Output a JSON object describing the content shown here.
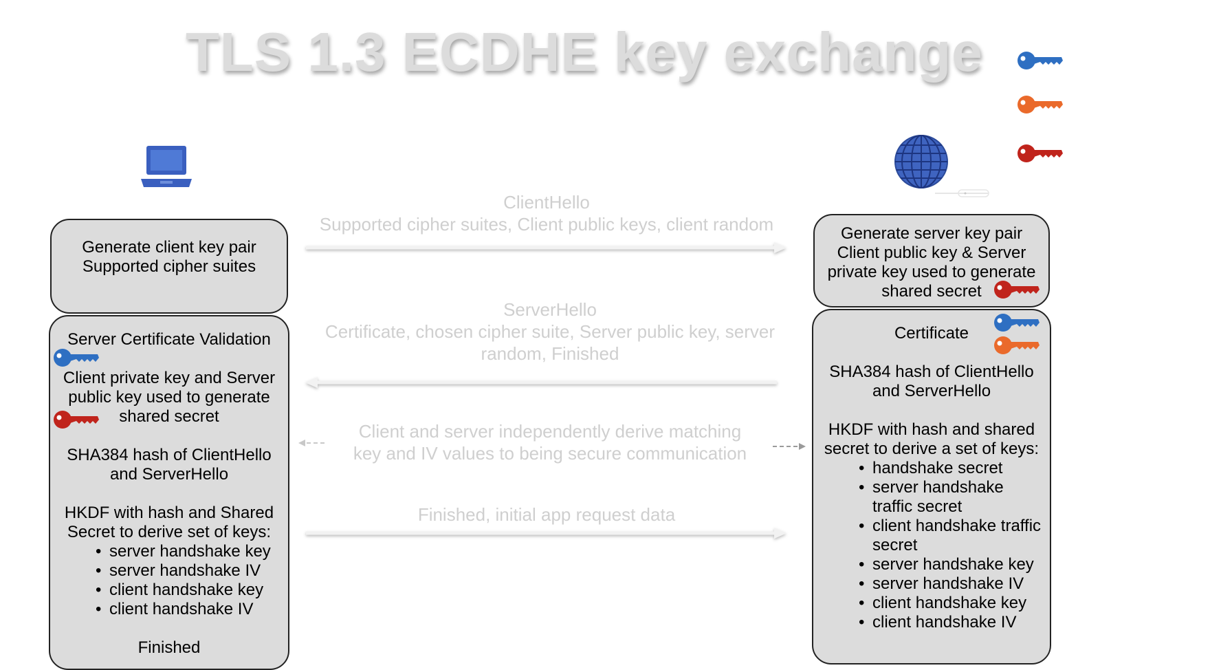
{
  "title": "TLS 1.3 ECDHE key exchange",
  "colors": {
    "box_fill": "#dcdcdc",
    "faded_text": "#cfcfcf",
    "key_blue": "#2e6fc2",
    "key_orange": "#ea6a2b",
    "key_red": "#c0241c",
    "device_blue": "#3a5fbf"
  },
  "icons": {
    "client": "laptop-icon",
    "server": "globe-icon",
    "legend": [
      "blue-key-icon",
      "orange-key-icon",
      "red-key-icon"
    ]
  },
  "client": {
    "box1": {
      "line1": "Generate client key pair",
      "line2": "Supported cipher suites"
    },
    "box2": {
      "heading": "Server Certificate Validation",
      "shared_secret_lines": [
        "Client private key and Server",
        "public key used to generate",
        "shared secret"
      ],
      "hash_lines": [
        "SHA384 hash of ClientHello",
        "and ServerHello"
      ],
      "hkdf_lines": [
        "HKDF with hash and Shared",
        "Secret to derive set of keys:"
      ],
      "keys": [
        "server handshake key",
        "server handshake IV",
        "client handshake key",
        "client handshake IV"
      ],
      "finished": "Finished"
    }
  },
  "server": {
    "box1": {
      "lines": [
        "Generate server key pair",
        "Client public key & Server",
        "private key used to generate",
        "shared secret"
      ]
    },
    "box2": {
      "heading": "Certificate",
      "hash_lines": [
        "SHA384 hash of ClientHello",
        "and ServerHello"
      ],
      "hkdf_lines": [
        "HKDF with hash and shared",
        "secret to derive a set of keys:"
      ],
      "keys": [
        "handshake secret",
        "server handshake traffic secret",
        "client handshake traffic secret",
        "server handshake key",
        "server handshake IV",
        "client handshake key",
        "client handshake IV"
      ]
    }
  },
  "messages": {
    "client_hello": {
      "title": "ClientHello",
      "detail": "Supported cipher suites, Client public keys, client random"
    },
    "server_hello": {
      "title": "ServerHello",
      "detail": "Certificate, chosen cipher suite, Server public key, server random, Finished"
    },
    "derive": "Client and server independently derive matching key and IV values to being secure communication",
    "finished": "Finished, initial app request data"
  }
}
